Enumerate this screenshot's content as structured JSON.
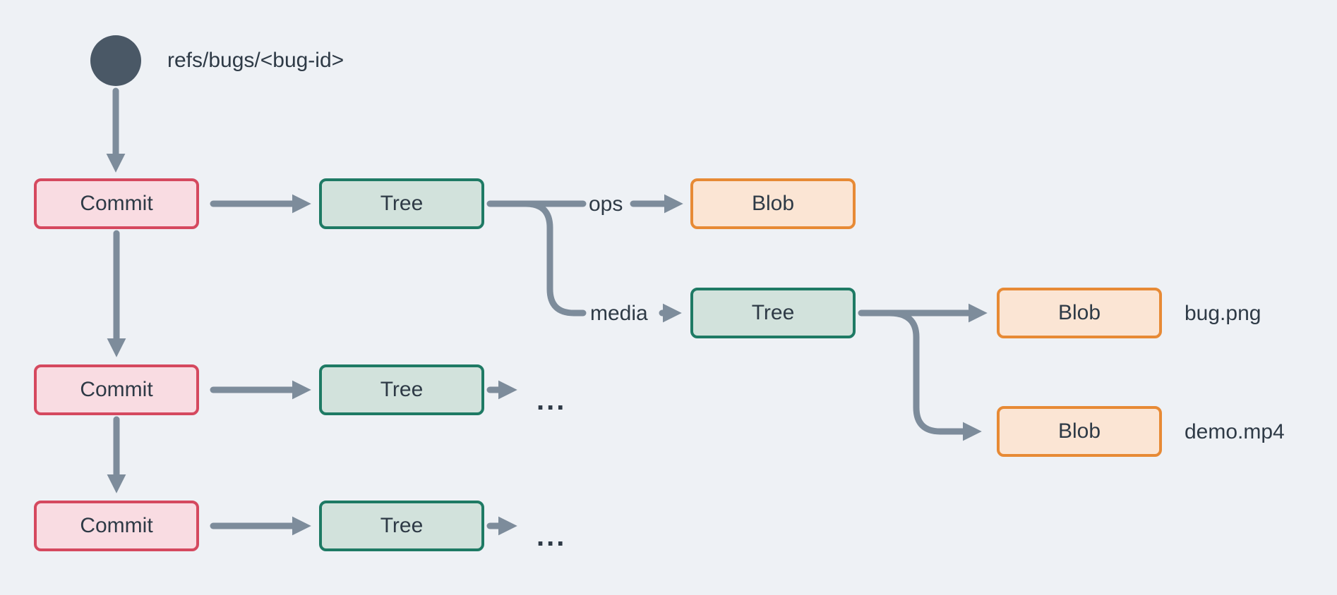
{
  "diagram": {
    "ref_label": "refs/bugs/<bug-id>",
    "nodes": [
      {
        "id": "commit-1",
        "label": "Commit"
      },
      {
        "id": "tree-1",
        "label": "Tree"
      },
      {
        "id": "blob-ops",
        "label": "Blob"
      },
      {
        "id": "tree-media",
        "label": "Tree"
      },
      {
        "id": "blob-bug",
        "label": "Blob"
      },
      {
        "id": "blob-demo",
        "label": "Blob"
      },
      {
        "id": "commit-2",
        "label": "Commit"
      },
      {
        "id": "tree-2",
        "label": "Tree"
      },
      {
        "id": "commit-3",
        "label": "Commit"
      },
      {
        "id": "tree-3",
        "label": "Tree"
      }
    ],
    "edge_labels": {
      "ops": "ops",
      "media": "media"
    },
    "file_labels": {
      "bug": "bug.png",
      "demo": "demo.mp4"
    },
    "ellipses": {
      "row2": "...",
      "row3": "..."
    },
    "colors": {
      "background": "#eef1f5",
      "text": "#2e3a46",
      "arrow": "#7d8c9b",
      "ref_circle": "#4a5866",
      "commit_border": "#d5495f",
      "commit_fill": "#f9dce2",
      "tree_border": "#1e7a64",
      "tree_fill": "#d2e2dc",
      "blob_border": "#e78a35",
      "blob_fill": "#fbe5d4"
    }
  }
}
